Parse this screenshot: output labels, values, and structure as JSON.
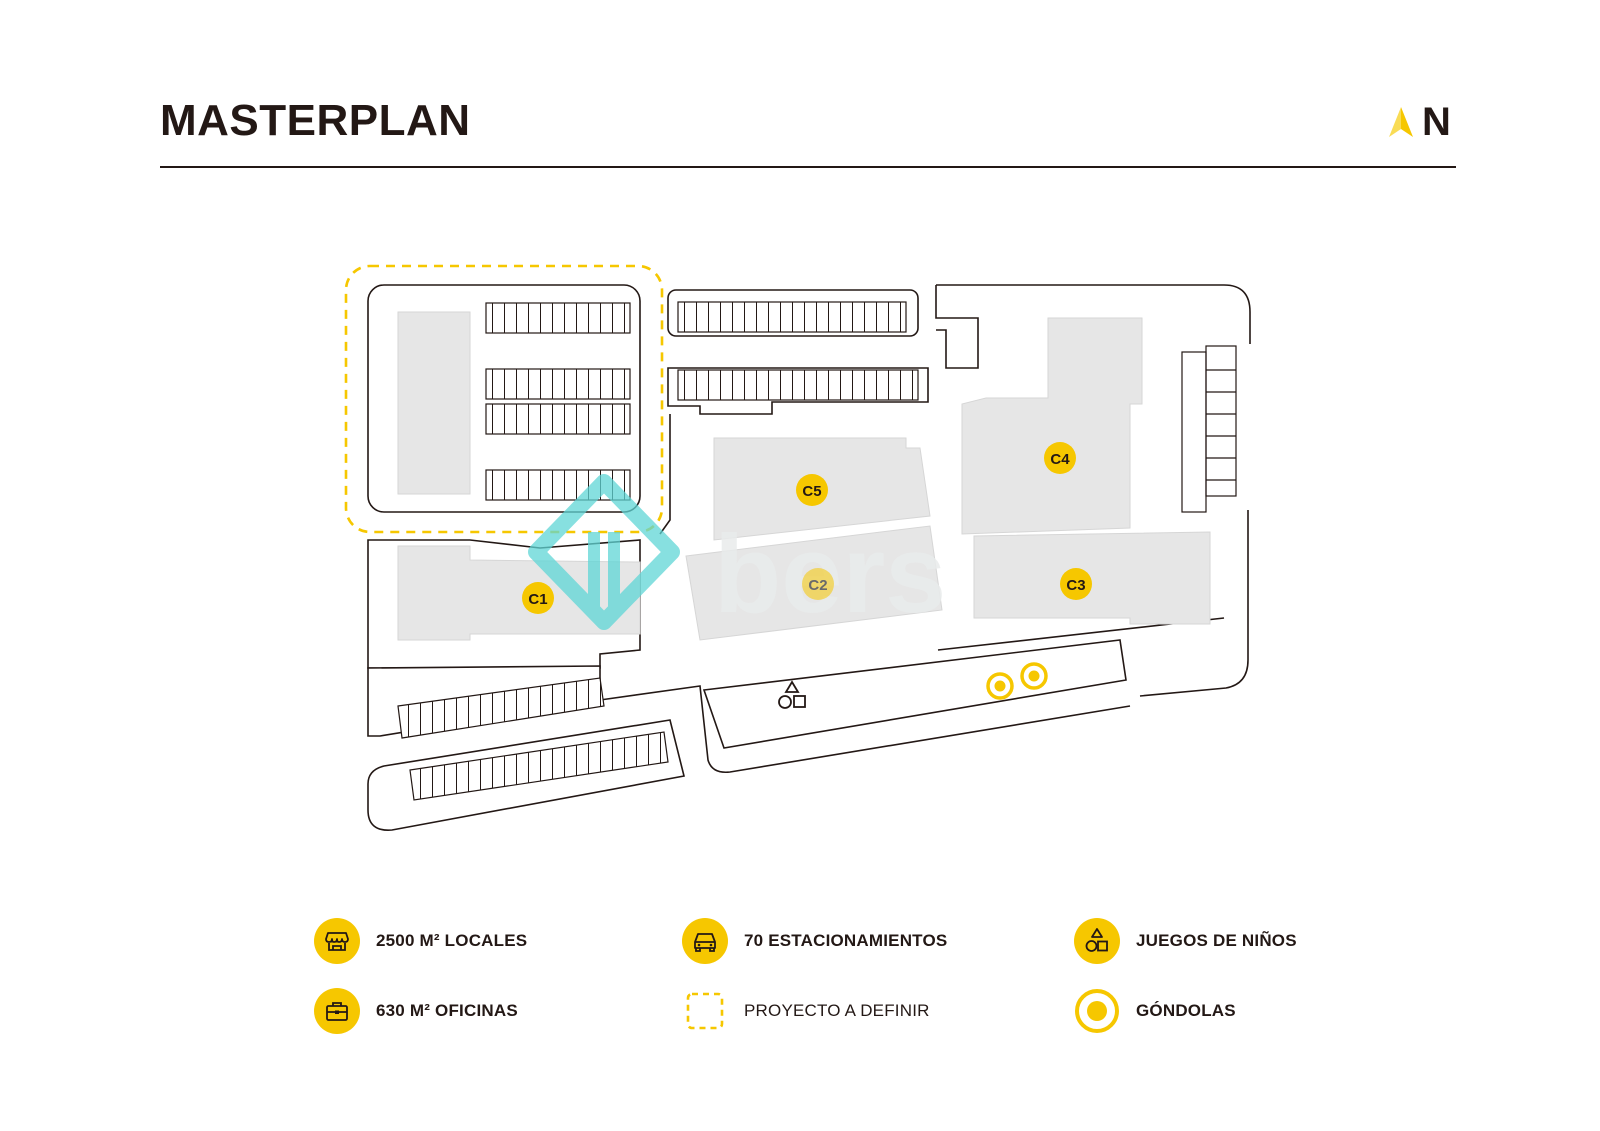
{
  "page": {
    "title": "MASTERPLAN",
    "north_label": "N"
  },
  "colors": {
    "accent": "#f6c700",
    "ink": "#231815",
    "building": "#e8e8e8",
    "outline": "#231815",
    "watermark": "#5fd6d6"
  },
  "map": {
    "buildings": [
      {
        "id": "C1",
        "label": "C1"
      },
      {
        "id": "C2",
        "label": "C2"
      },
      {
        "id": "C3",
        "label": "C3"
      },
      {
        "id": "C4",
        "label": "C4"
      },
      {
        "id": "C5",
        "label": "C5"
      }
    ],
    "watermark_text": "bers"
  },
  "legend": {
    "locales": {
      "label": "2500 M² LOCALES",
      "icon": "store-icon"
    },
    "estacionamientos": {
      "label": "70 ESTACIONAMIENTOS",
      "icon": "car-icon"
    },
    "juegos": {
      "label": "JUEGOS DE NIÑOS",
      "icon": "shapes-icon"
    },
    "oficinas": {
      "label": "630 M² OFICINAS",
      "icon": "briefcase-icon"
    },
    "proyecto": {
      "label": "PROYECTO A DEFINIR",
      "icon": "dashed-square-icon"
    },
    "gondolas": {
      "label": "GÓNDOLAS",
      "icon": "ring-dot-icon"
    }
  }
}
